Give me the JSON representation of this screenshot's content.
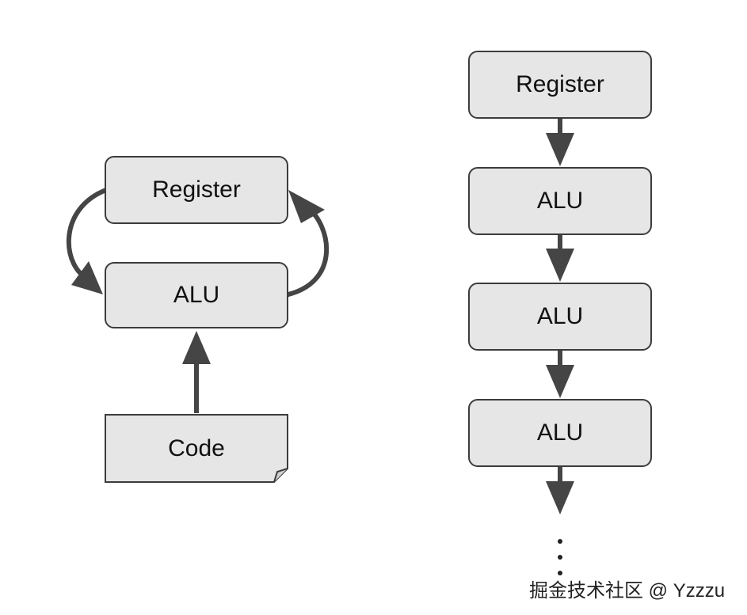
{
  "left_diagram": {
    "register_label": "Register",
    "alu_label": "ALU",
    "code_label": "Code"
  },
  "right_diagram": {
    "register_label": "Register",
    "alu_labels": [
      "ALU",
      "ALU",
      "ALU"
    ],
    "continuation_glyph": "⋮"
  },
  "watermark": "掘金技术社区 @ Yzzzu",
  "colors": {
    "box_fill": "#e6e6e6",
    "box_border": "#3c3c3c",
    "arrow": "#454545",
    "text": "#111111"
  }
}
